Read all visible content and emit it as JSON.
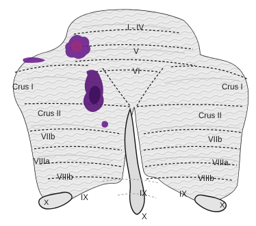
{
  "lobule_labels": {
    "i_iv": "I - IV",
    "v": "V",
    "vi": "VI",
    "crus_i_left": "Crus I",
    "crus_i_right": "Crus I",
    "crus_ii_left": "Crus II",
    "crus_ii_right": "Crus II",
    "viib_left": "VIIb",
    "viib_right": "VIIb",
    "viiia_left": "VIIIa",
    "viiia_right": "VIIIa",
    "viiib_left": "VIIIb",
    "viiib_right": "VIIIb",
    "ix_left": "IX",
    "ix_right": "IX",
    "ix_center": "IX",
    "x_left": "X",
    "x_right": "X",
    "x_center": "X"
  },
  "colors": {
    "activation_fill": "#6a1f8c",
    "activation_dark": "#3b0f5a",
    "activation_hot": "#9b2d7a",
    "background_tissue": "#ececec",
    "outline": "#111111"
  }
}
